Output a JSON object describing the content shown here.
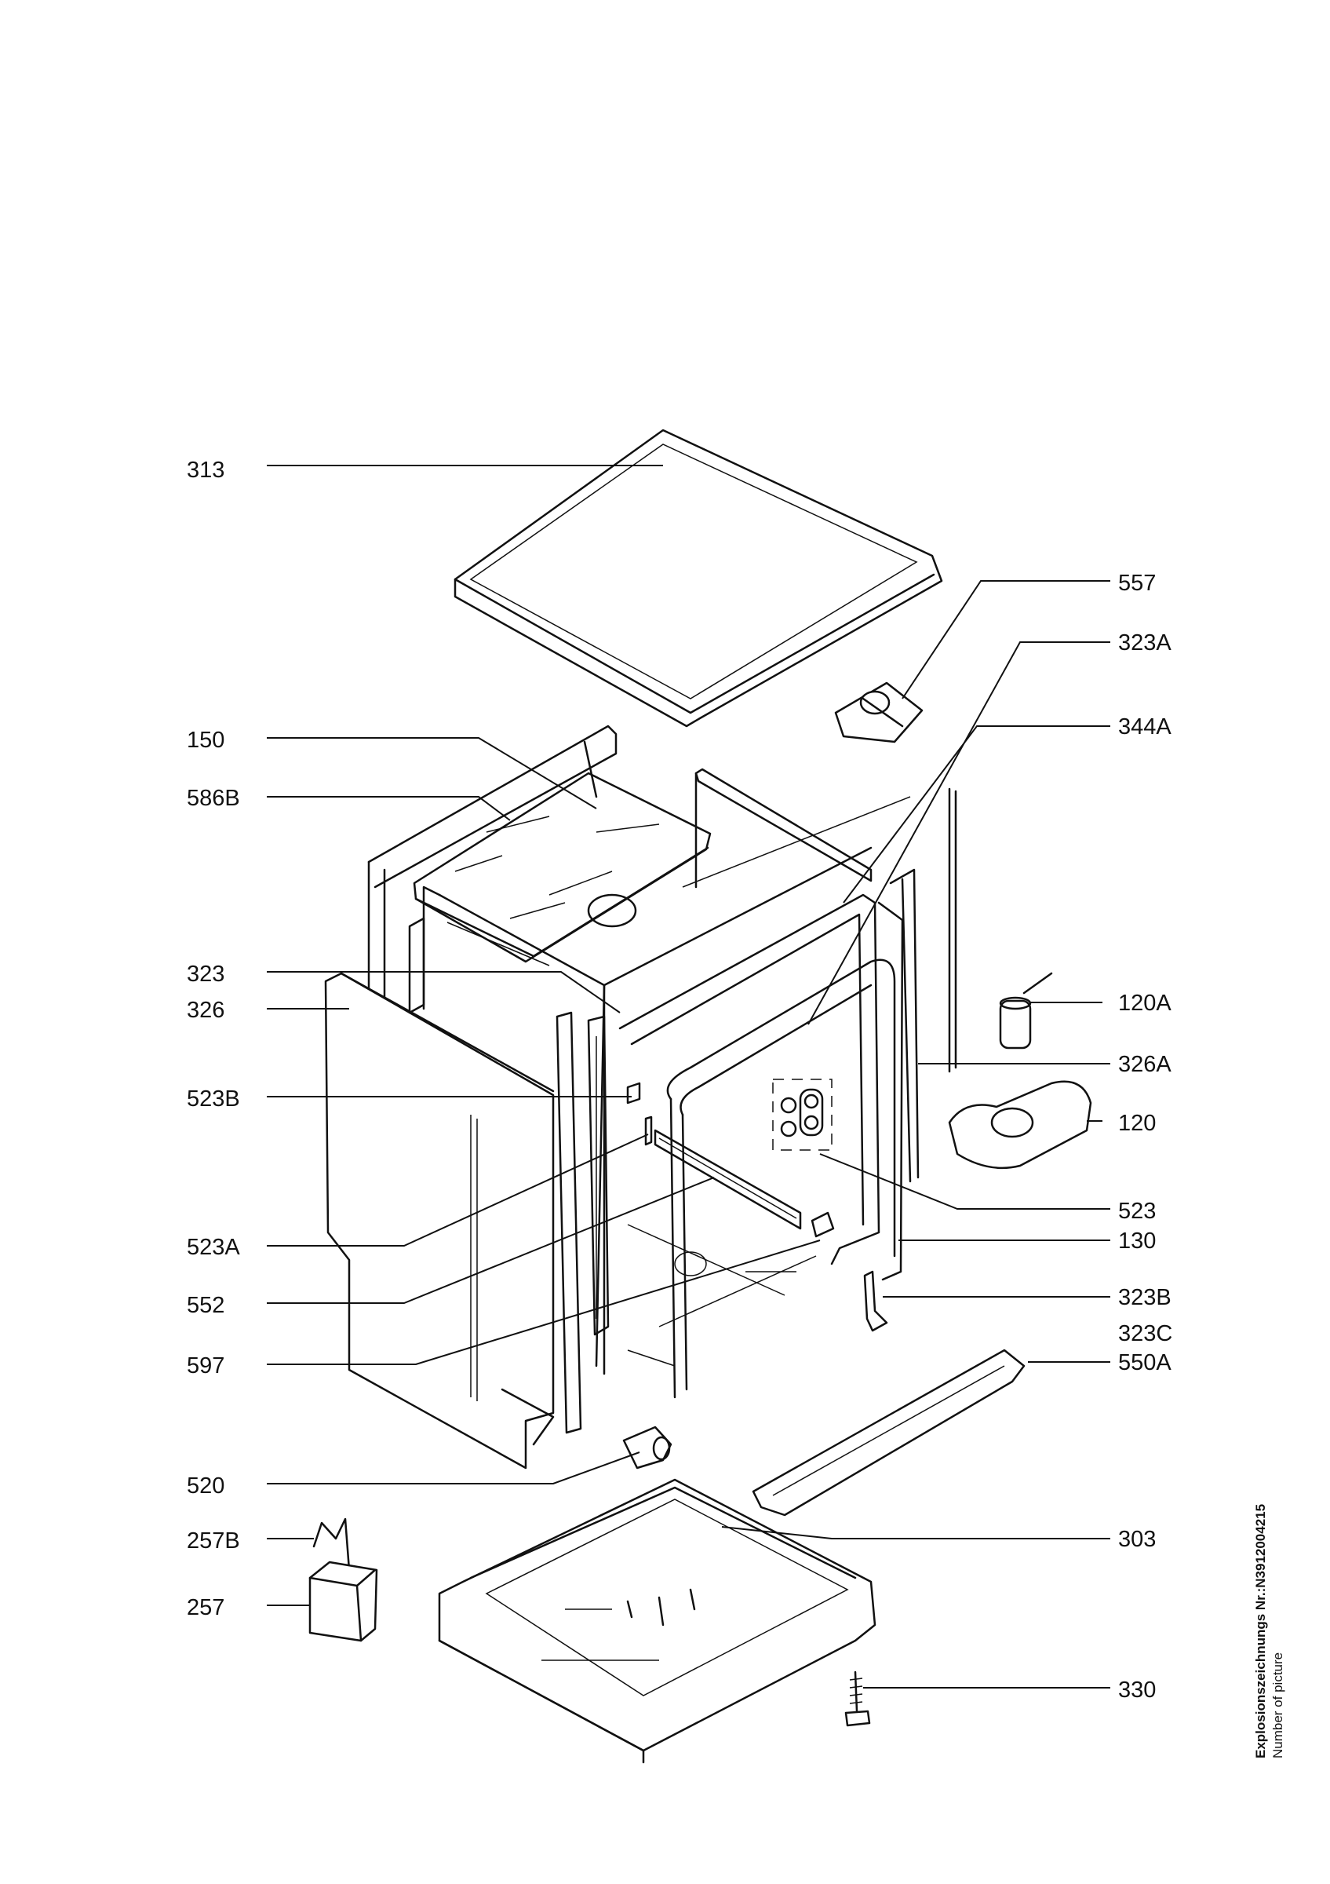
{
  "labels": {
    "l313": "313",
    "l557": "557",
    "l323A": "323A",
    "l150": "150",
    "l344A": "344A",
    "l586B": "586B",
    "l323": "323",
    "l326": "326",
    "l120A": "120A",
    "l326A": "326A",
    "l523B": "523B",
    "l120": "120",
    "l523": "523",
    "l523A": "523A",
    "l130": "130",
    "l552": "552",
    "l323B": "323B",
    "l323C": "323C",
    "l597": "597",
    "l550A": "550A",
    "l520": "520",
    "l257B": "257B",
    "l303": "303",
    "l257": "257",
    "l330": "330"
  },
  "side_text": {
    "drawing_number": "Explosionszeichnungs Nr.:N3912004215",
    "caption": "Number of picture"
  }
}
